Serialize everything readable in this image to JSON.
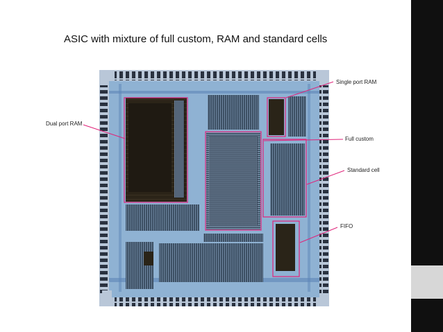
{
  "slide": {
    "title": "ASIC with mixture of full custom, RAM and standard cells"
  },
  "labels": {
    "single_port_ram": "Single port RAM",
    "dual_port_ram": "Dual port RAM",
    "full_custom": "Full custom",
    "standard_cell": "Standard cell",
    "fifo": "FIFO"
  },
  "colors": {
    "highlight": "#e0237a",
    "die_border": "#b9c7d8",
    "die_background": "#8fb2d3",
    "sidebar": "#101010"
  }
}
